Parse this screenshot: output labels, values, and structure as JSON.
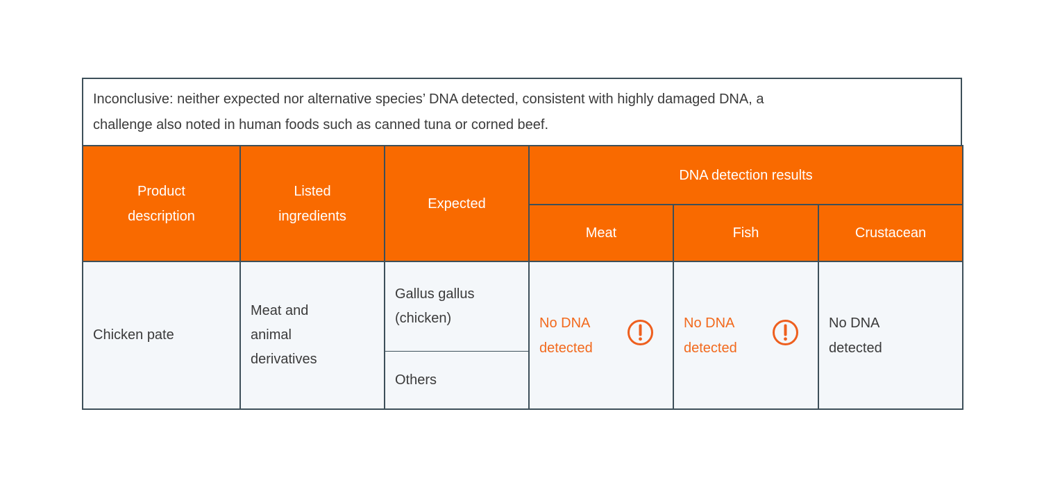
{
  "colors": {
    "orange": "#F96A00",
    "accent-text": "#F2691C",
    "icon-orange": "#EE5F1E",
    "border": "#3D4F59",
    "cell-bg": "#F4F7FA",
    "text": "#3A3A3A",
    "note-bg": "#FFFFFF"
  },
  "note": {
    "lines": [
      "Inconclusive: neither expected nor alternative species’ DNA detected, consistent with highly damaged DNA, a",
      "challenge also noted in human foods such as canned tuna or corned beef."
    ]
  },
  "table": {
    "header": {
      "product_lines": [
        "Product",
        "description"
      ],
      "ingredients_lines": [
        "Listed",
        "ingredients"
      ],
      "expected": "Expected",
      "dna_group": "DNA detection results",
      "meat": "Meat",
      "fish": "Fish",
      "crustacean": "Crustacean"
    },
    "row": {
      "product": "Chicken pate",
      "ingredients_lines": [
        "Meat and",
        "animal",
        "derivatives"
      ],
      "expected_primary_lines": [
        "Gallus gallus",
        "(chicken)"
      ],
      "expected_secondary": "Others",
      "meat": {
        "lines": [
          "No DNA",
          "detected"
        ],
        "warning": true,
        "icon": "warning-circle-exclamation"
      },
      "fish": {
        "lines": [
          "No DNA",
          "detected"
        ],
        "warning": true,
        "icon": "warning-circle-exclamation"
      },
      "crustacean": {
        "lines": [
          "No DNA",
          "detected"
        ],
        "warning": false
      }
    }
  }
}
